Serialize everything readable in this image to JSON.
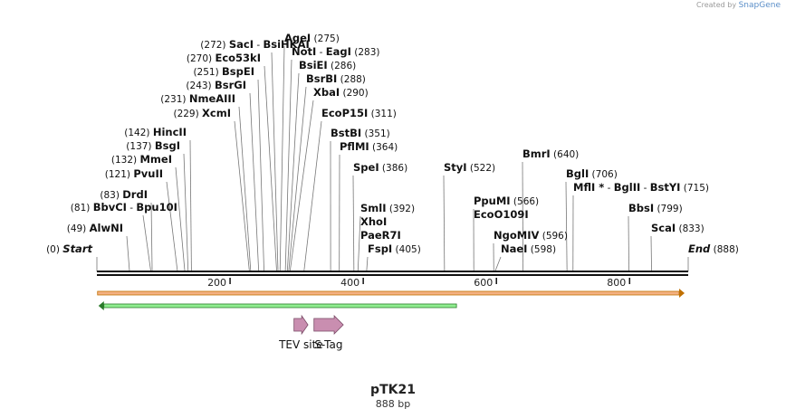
{
  "branding": {
    "created_by": "Created by",
    "product": "SnapGene"
  },
  "sequence": {
    "name": "pTK21",
    "length_label": "888 bp",
    "length": 888
  },
  "ruler": {
    "ticks": [
      200,
      400,
      600,
      800
    ]
  },
  "colors": {
    "backbone": "#000000",
    "feature_orange_fill": "#f4b183",
    "feature_orange_stroke": "#c07000",
    "feature_green_fill": "#90ee90",
    "feature_green_stroke": "#2a7a2a",
    "tag_fill": "#c98eb0"
  },
  "sites": [
    {
      "name": "Start",
      "pos": 0,
      "pos_label": "(0)",
      "italic": true
    },
    {
      "name": "AlwNI",
      "pos": 49,
      "pos_label": "(49)"
    },
    {
      "name": "BbvCI",
      "alt": "Bpu10I",
      "pos": 81,
      "pos_label": "(81)"
    },
    {
      "name": "DrdI",
      "pos": 83,
      "pos_label": "(83)"
    },
    {
      "name": "PvuII",
      "pos": 121,
      "pos_label": "(121)"
    },
    {
      "name": "MmeI",
      "pos": 132,
      "pos_label": "(132)"
    },
    {
      "name": "BsgI",
      "pos": 137,
      "pos_label": "(137)"
    },
    {
      "name": "HincII",
      "pos": 142,
      "pos_label": "(142)"
    },
    {
      "name": "XcmI",
      "pos": 229,
      "pos_label": "(229)"
    },
    {
      "name": "NmeAIII",
      "pos": 231,
      "pos_label": "(231)"
    },
    {
      "name": "BsrGI",
      "pos": 243,
      "pos_label": "(243)"
    },
    {
      "name": "BspEI",
      "pos": 251,
      "pos_label": "(251)"
    },
    {
      "name": "Eco53kI",
      "pos": 270,
      "pos_label": "(270)"
    },
    {
      "name": "SacI",
      "alt": "BsiHKAI",
      "pos": 272,
      "pos_label": "(272)"
    },
    {
      "name": "AgeI",
      "pos": 275,
      "pos_label": "(275)"
    },
    {
      "name": "NotI",
      "alt": "EagI",
      "pos": 283,
      "pos_label": "(283)"
    },
    {
      "name": "BsiEI",
      "pos": 286,
      "pos_label": "(286)"
    },
    {
      "name": "BsrBI",
      "pos": 288,
      "pos_label": "(288)"
    },
    {
      "name": "XbaI",
      "pos": 290,
      "pos_label": "(290)"
    },
    {
      "name": "EcoP15I",
      "pos": 311,
      "pos_label": "(311)"
    },
    {
      "name": "BstBI",
      "pos": 351,
      "pos_label": "(351)"
    },
    {
      "name": "PflMI",
      "pos": 364,
      "pos_label": "(364)"
    },
    {
      "name": "SpeI",
      "pos": 386,
      "pos_label": "(386)"
    },
    {
      "name": "SmlI",
      "extra": [
        "XhoI",
        "PaeR7I"
      ],
      "pos": 392,
      "pos_label": "(392)"
    },
    {
      "name": "FspI",
      "pos": 405,
      "pos_label": "(405)"
    },
    {
      "name": "StyI",
      "pos": 522,
      "pos_label": "(522)"
    },
    {
      "name": "PpuMI",
      "extra": [
        "EcoO109I"
      ],
      "pos": 566,
      "pos_label": "(566)"
    },
    {
      "name": "NgoMIV",
      "pos": 596,
      "pos_label": "(596)"
    },
    {
      "name": "NaeI",
      "pos": 598,
      "pos_label": "(598)"
    },
    {
      "name": "BmrI",
      "pos": 640,
      "pos_label": "(640)"
    },
    {
      "name": "BglI",
      "pos": 706,
      "pos_label": "(706)"
    },
    {
      "name": "MflI",
      "star": "*",
      "alt": "BglII",
      "alt2": "BstYI",
      "pos": 715,
      "pos_label": "(715)"
    },
    {
      "name": "BbsI",
      "pos": 799,
      "pos_label": "(799)"
    },
    {
      "name": "ScaI",
      "pos": 833,
      "pos_label": "(833)"
    },
    {
      "name": "End",
      "pos": 888,
      "pos_label": "(888)",
      "italic": true
    }
  ],
  "features": [
    {
      "name": "orange-feature",
      "start": 1,
      "end": 888,
      "direction": "forward",
      "color": "orange"
    },
    {
      "name": "green-feature",
      "start": 1,
      "end": 540,
      "direction": "reverse",
      "color": "green"
    },
    {
      "name": "TEV site",
      "start": 296,
      "end": 317,
      "direction": "forward",
      "label": "TEV site"
    },
    {
      "name": "S-Tag",
      "start": 326,
      "end": 370,
      "direction": "forward",
      "label": "S-Tag"
    }
  ]
}
